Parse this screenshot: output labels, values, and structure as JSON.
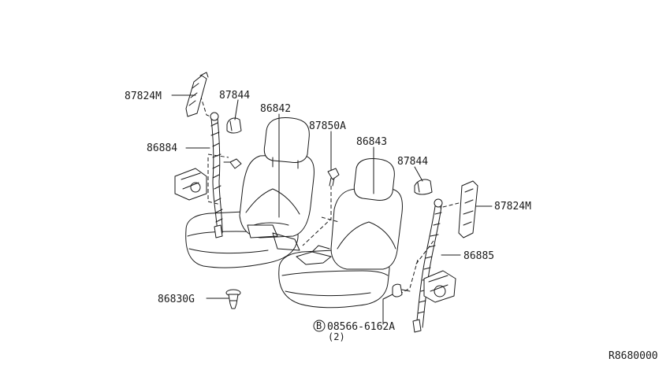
{
  "labels": {
    "p87824m_left": "87824M",
    "p87844_left": "87844",
    "p86842": "86842",
    "p87850a": "87850A",
    "p86843": "86843",
    "p86884": "86884",
    "p87844_right": "87844",
    "p87824m_right": "87824M",
    "p86885": "86885",
    "p86830g": "86830G",
    "bolt_symbol": "B",
    "bolt_part": "08566-6162A",
    "bolt_qty": "(2)",
    "diagram_code": "R8680000"
  },
  "colors": {
    "line": "#1a1a1a",
    "background": "#ffffff"
  }
}
